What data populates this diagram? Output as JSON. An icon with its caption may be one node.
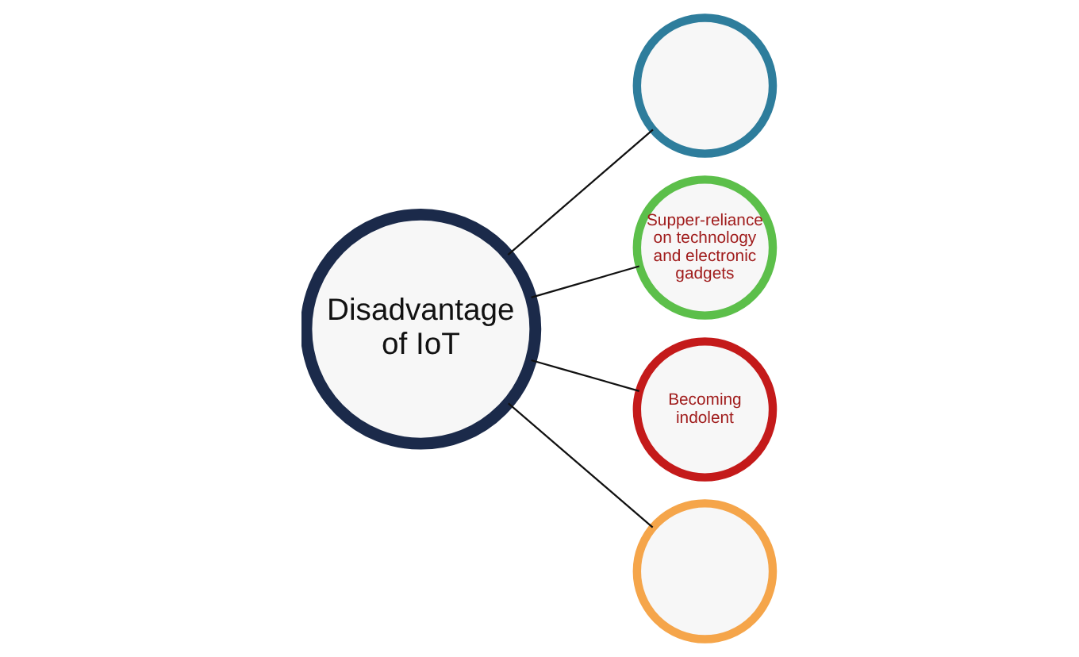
{
  "diagram": {
    "nodes": [
      {
        "text": [
          "Disadvantage of IoT"
        ]
      },
      {
        "text": [],
        "shape": "circle"
      },
      {
        "text": [
          "Supper-reliance on technology and electronic gadgets"
        ]
      },
      {
        "text": [
          "Becoming indolent"
        ]
      },
      {
        "text": [],
        "shape": "circle"
      }
    ],
    "edges": [
      {
        "from": 0,
        "to": 1,
        "arrow": "none"
      },
      {
        "from": 0,
        "to": 2,
        "arrow": "none"
      },
      {
        "from": 0,
        "to": 3,
        "arrow": "none"
      },
      {
        "from": 0,
        "to": 4,
        "arrow": "none"
      }
    ]
  }
}
